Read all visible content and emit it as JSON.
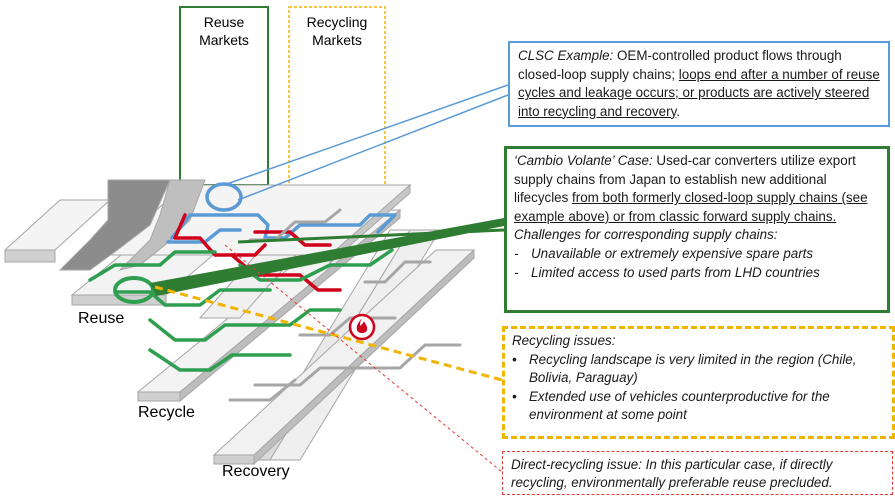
{
  "labels": {
    "reuse_markets": [
      "Reuse",
      "Markets"
    ],
    "recycling_markets": [
      "Recycling",
      "Markets"
    ],
    "reuse": "Reuse",
    "recycle": "Recycle",
    "recovery": "Recovery"
  },
  "clsc": {
    "title": "CLSC Example:",
    "text_a": " OEM-controlled product flows through closed-loop supply chains; ",
    "text_u": "loops end after a number of reuse cycles and leakage occurs; or products are actively steered into recycling and recovery",
    "text_b": "."
  },
  "cambio": {
    "title": "‘Cambio Volante’ Case:",
    "text_a": " Used-car converters utilize export supply chains from Japan to establish new additional lifecycles ",
    "text_u": "from both formerly closed-loop supply chains (see example above) or from classic forward supply chains.",
    "challenges_title": "Challenges for corresponding supply chains:",
    "challenges": [
      "Unavailable or extremely expensive spare parts",
      "Limited access to used parts from LHD countries"
    ]
  },
  "recycling": {
    "title": "Recycling issues:",
    "items": [
      "Recycling landscape is very limited in the region (Chile, Bolivia, Paraguay)",
      "Extended use of vehicles counterproductive for the environment at some point"
    ]
  },
  "direct": {
    "text": "Direct-recycling issue: In this particular case, if directly recycling, environmentally preferable reuse precluded."
  },
  "colors": {
    "blue_flow": "#5b9bd5",
    "green_flow": "#2e9e4f",
    "red_flow": "#d0021b",
    "yellow_dashed": "#f1b400",
    "slab": "#f2f2f2",
    "slab_edge": "#b3b3b3"
  },
  "icons": [
    "recycle-loop-icon",
    "reuse-loop-icon",
    "fire-icon"
  ]
}
